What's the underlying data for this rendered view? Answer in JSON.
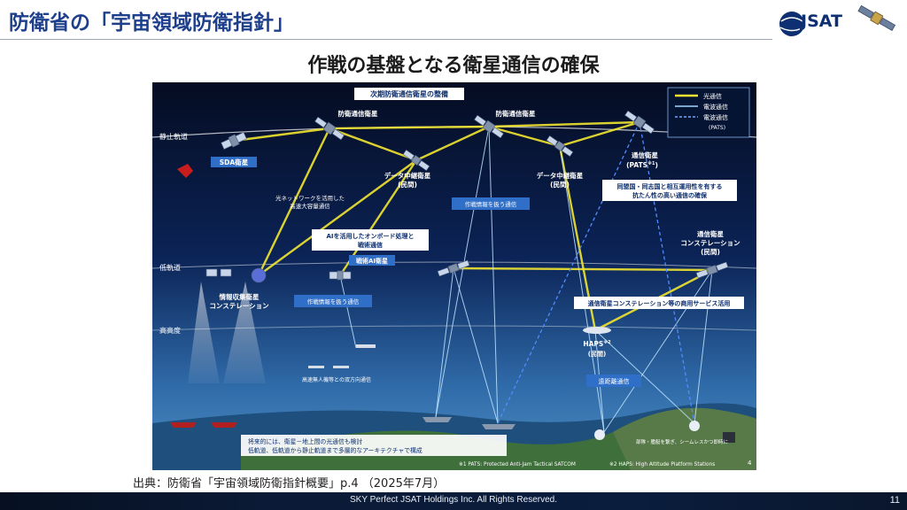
{
  "slide": {
    "title": "防衛省の「宇宙領域防衛指針」",
    "subtitle": "作戦の基盤となる衛星通信の確保",
    "logo_text": "JSAT",
    "source": "出典：防衛省「宇宙領域防衛指針概要」p.4 （2025年7月）",
    "footer": "SKY Perfect JSAT Holdings Inc. All Rights Reserved.",
    "page_number": "11"
  },
  "figure": {
    "top_banner": "次期防衛通信衛星の整備",
    "legend": {
      "optical": "光通信",
      "radio": "電波通信",
      "radio_pats": "電波通信",
      "pats_note": "(PATS)"
    },
    "orbits": {
      "geo": "静止軌道",
      "leo": "低軌道",
      "high_alt": "高高度"
    },
    "labels": {
      "sda_sat": "SDA衛星",
      "defense_sat_1": "防衛通信衛星",
      "defense_sat_2": "防衛通信衛星",
      "relay_1": "データ中継衛星",
      "relay_1_sub": "(民間)",
      "relay_2": "データ中継衛星",
      "relay_2_sub": "(民間)",
      "pats_sat": "通信衛星",
      "pats_sat_sub": "(PATS",
      "pats_sup": "※1",
      "optical_network_1": "光ネットワークを活用した",
      "optical_network_2": "高速大容量通信",
      "ops_info_1": "作戦情報を扱う通信",
      "ally_1": "同盟国・同志国と相互運用性を有する",
      "ally_2": "抗たん性の高い通信の確保",
      "ai_1": "AIを活用したオンボード処理と",
      "ai_2": "戦術通信",
      "tactical_ai": "戦術AI衛星",
      "comms_const_1": "通信衛星",
      "comms_const_2": "コンステレーション",
      "comms_const_3": "(民間)",
      "isr_1": "情報収集衛星",
      "isr_2": "コンステレーション",
      "ops_info_2": "作戦情報を扱う通信",
      "commercial": "通信衛星コンステレーション等の商用サービス活用",
      "haps": "HAPS",
      "haps_sup": "※2",
      "haps_sub": "(民間)",
      "long_range": "遠距離通信",
      "drone_comms": "高速無人機等との双方向通信",
      "bullet_1": "将来的には、衛星－地上間の光通信も検討",
      "bullet_2": "低軌道、低軌道から静止軌道まで多層的なアーキテクチャで構成",
      "ground_note": "部隊・艦艇を繋ぎ、シームレスかつ即時に",
      "footnote_1": "※1 PATS: Protected Anti-Jam Tactical SATCOM",
      "footnote_2": "※2 HAPS: High Altitude Platform Stations",
      "page_corner": "4"
    }
  },
  "colors": {
    "title": "#1d3f8c",
    "optical_link": "#f2e530",
    "radio_link": "#9fd7ff",
    "label_bg": "#2f6fc8"
  }
}
